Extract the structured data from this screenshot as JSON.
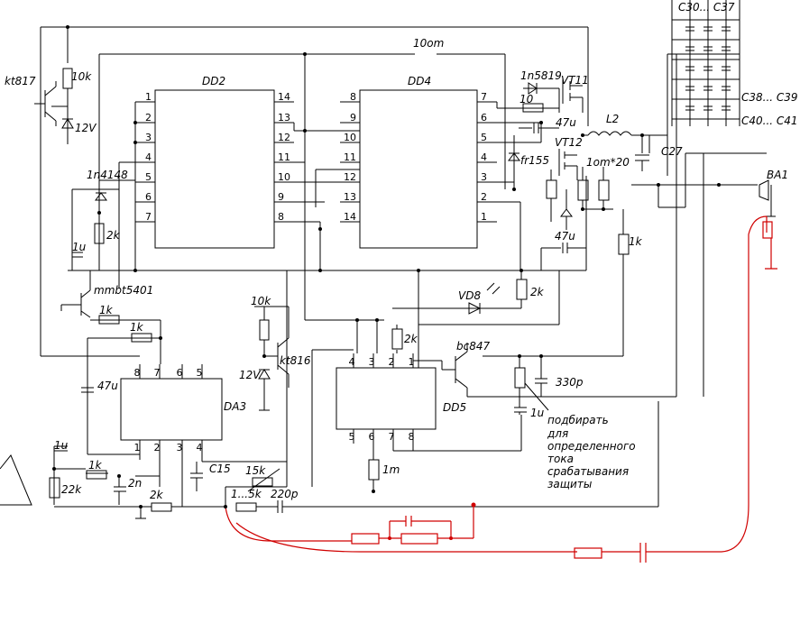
{
  "chips": {
    "dd2": "DD2",
    "dd4": "DD4",
    "dd5": "DD5",
    "da3": "DA3"
  },
  "dd2_pins_left": [
    "1",
    "2",
    "3",
    "4",
    "5",
    "6",
    "7"
  ],
  "dd2_pins_right": [
    "14",
    "13",
    "12",
    "11",
    "10",
    "9",
    "8"
  ],
  "dd4_pins_left": [
    "8",
    "9",
    "10",
    "11",
    "12",
    "13",
    "14"
  ],
  "dd4_pins_right": [
    "7",
    "6",
    "5",
    "4",
    "3",
    "2",
    "1"
  ],
  "da3_pins_top": [
    "8",
    "7",
    "6",
    "5"
  ],
  "da3_pins_bottom": [
    "1",
    "2",
    "3",
    "4"
  ],
  "dd5_pins_top": [
    "4",
    "3",
    "2",
    "1"
  ],
  "dd5_pins_bottom": [
    "5",
    "6",
    "7",
    "8"
  ],
  "labels": {
    "kt817": "kt817",
    "r10k_top": "10k",
    "z12v_top": "12V",
    "r10om": "10om",
    "d1n5819": "1n5819",
    "vt11": "VT11",
    "c30_37": "C30... C37",
    "c47u_top": "47u",
    "l2": "L2",
    "vt12": "VT12",
    "c27": "C27",
    "c38_39": "C38... C39",
    "c40_41": "C40... C41",
    "r10_small": "10",
    "dfr155": "fr155",
    "r1om20": "1om*20",
    "ba1": "BA1",
    "d1n4148": "1n4148",
    "r2k_left": "2k",
    "c1u_left": "1u",
    "mmbt": "mmbt5401",
    "r1k_a": "1k",
    "r1k_b": "1k",
    "c47u_left": "47u",
    "r10k_mid": "10k",
    "z12v_mid": "12V",
    "kt816": "kt816",
    "vd8": "VD8",
    "r2k_led": "2k",
    "c47u_mid": "47u",
    "r1k_right": "1k",
    "r2k_dd5": "2k",
    "bc847": "bc847",
    "c330p": "330p",
    "c1u_right": "1u",
    "r1m": "1m",
    "c1u_bottom": "1u",
    "r1k_bottom": "1k",
    "r22k": "22k",
    "c2n": "2n",
    "r2k_bottom": "2k",
    "c15": "C15",
    "r15k": "15k",
    "r1_5k": "1...5k",
    "c220p": "220p"
  },
  "note": [
    "подбирать",
    "для",
    "определенного",
    "тока",
    "срабатывания",
    "защиты"
  ]
}
